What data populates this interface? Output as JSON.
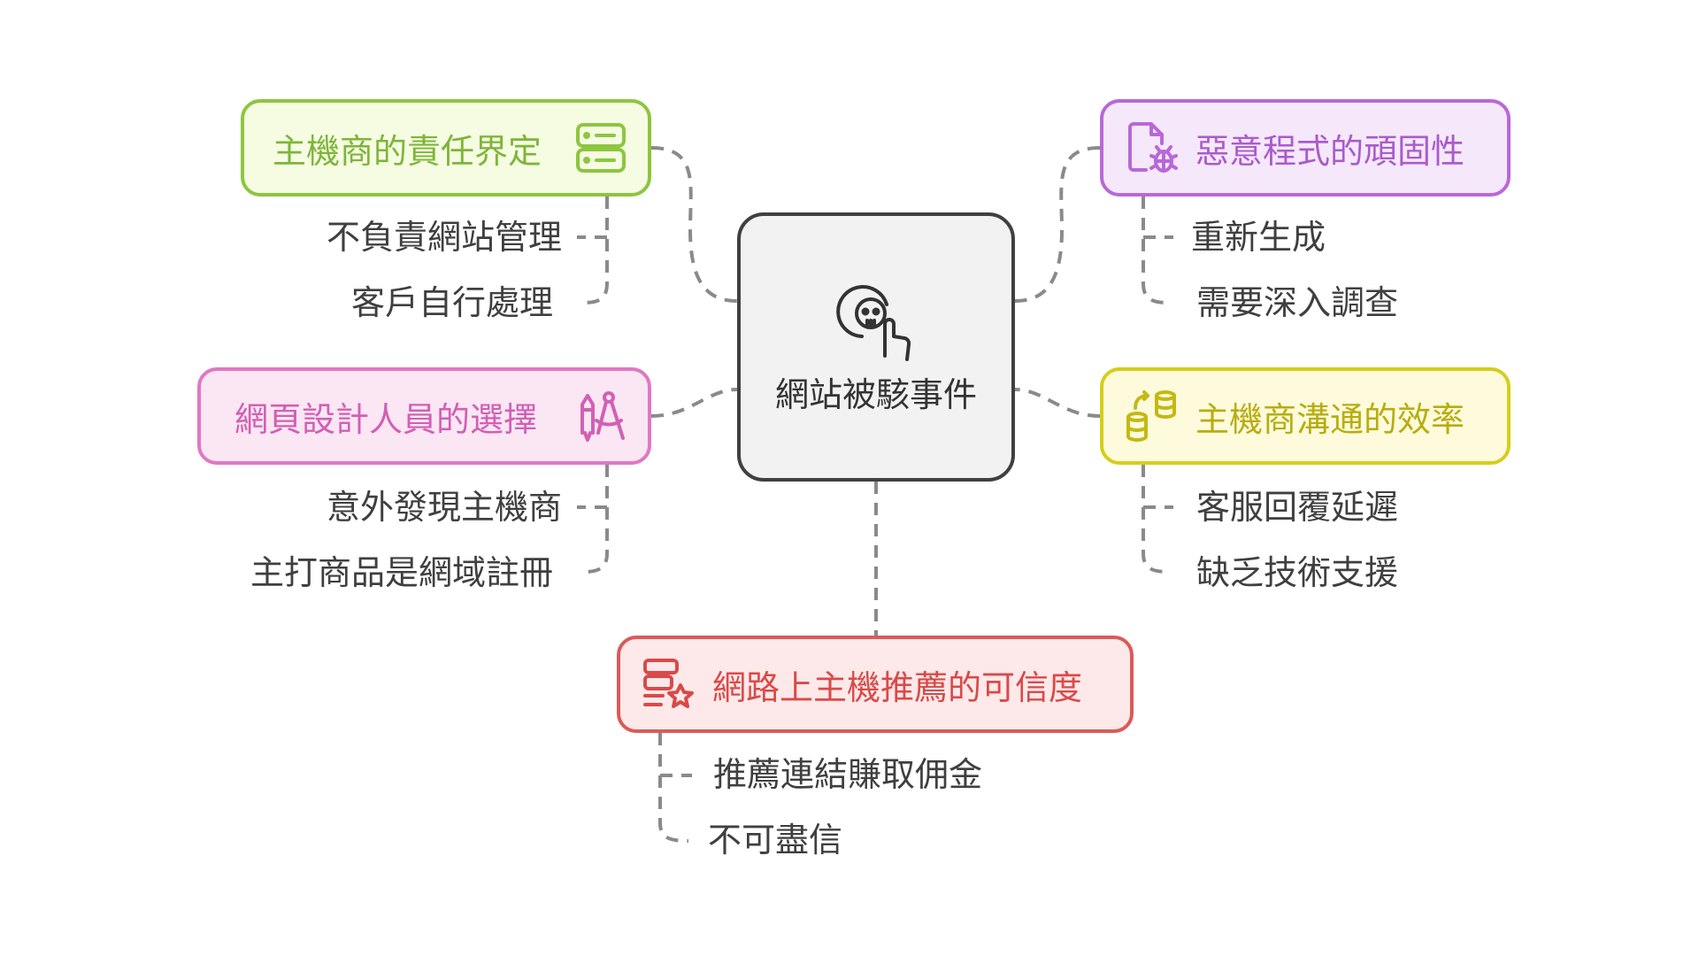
{
  "center": {
    "label": "網站被駭事件",
    "icon": "skull-hand-icon"
  },
  "branches": {
    "green": {
      "title": "主機商的責任界定",
      "icon": "server-list-icon",
      "color": "#8dc63f",
      "children": [
        "不負責網站管理",
        "客戶自行處理"
      ]
    },
    "pink": {
      "title": "網頁設計人員的選擇",
      "icon": "design-tools-icon",
      "color": "#e078c4",
      "children": [
        "意外發現主機商",
        "主打商品是網域註冊"
      ]
    },
    "purple": {
      "title": "惡意程式的頑固性",
      "icon": "file-bug-icon",
      "color": "#b868d8",
      "children": [
        "重新生成",
        "需要深入調查"
      ]
    },
    "yellow": {
      "title": "主機商溝通的效率",
      "icon": "database-sync-icon",
      "color": "#d6cd1c",
      "children": [
        "客服回覆延遲",
        "缺乏技術支援"
      ]
    },
    "red": {
      "title": "網路上主機推薦的可信度",
      "icon": "server-star-icon",
      "color": "#dc5a5a",
      "children": [
        "推薦連結賺取佣金",
        "不可盡信"
      ]
    }
  }
}
